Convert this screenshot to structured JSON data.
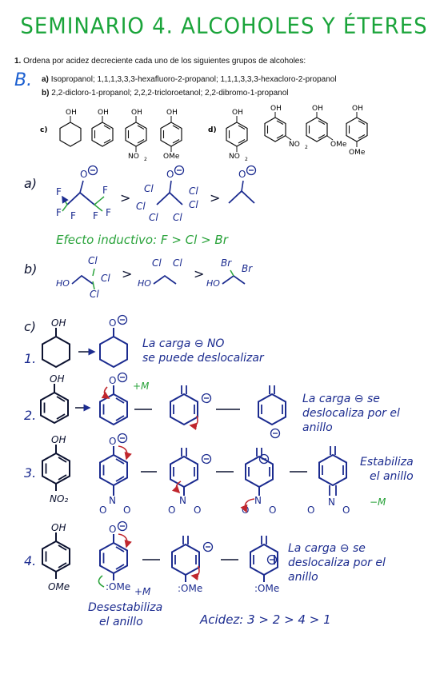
{
  "title": "SEMINARIO 4. ALCOHOLES Y ÉTERES",
  "question": {
    "number": "1.",
    "text": "Ordena por acidez decreciente cada uno de los siguientes grupos de alcoholes:",
    "item_a_letter": "a)",
    "item_a_text": "Isopropanol; 1,1,1,3,3,3-hexafluoro-2-propanol; 1,1,1,3,3,3-hexacloro-2-propanol",
    "item_b_letter": "b)",
    "item_b_text": "2,2-dicloro-1-propanol; 2,2,2-tricloroetanol; 2,2-dibromo-1-propanol",
    "item_c_letter": "c)",
    "item_d_letter": "d)",
    "hw_mark": "B.",
    "oh": "OH",
    "no2": "NO",
    "no2_sub": "2",
    "ome": "OMe"
  },
  "answers": {
    "a_label": "a)",
    "b_label": "b)",
    "c_label": "c)",
    "gt": ">",
    "inductive": "Efecto inductivo: F > Cl > Br",
    "row1_num": "1.",
    "row2_num": "2.",
    "row3_num": "3.",
    "row4_num": "4.",
    "note1_line1": "La carga ⊖ NO",
    "note1_line2": "se puede deslocalizar",
    "note2_line1": "La carga ⊖ se",
    "note2_line2": "deslocaliza por el",
    "note2_line3": "anillo",
    "note3_line1": "Estabiliza",
    "note3_line2": "el anillo",
    "note4_line1": "La carga ⊖ se",
    "note4_line2": "deslocaliza por el",
    "note4_line3": "anillo",
    "plus_m": "+M",
    "minus_m": "−M",
    "destab_line1": "Desestabiliza",
    "destab_line2": "el anillo",
    "acidity": "Acidez: 3 > 2 > 4 > 1"
  }
}
